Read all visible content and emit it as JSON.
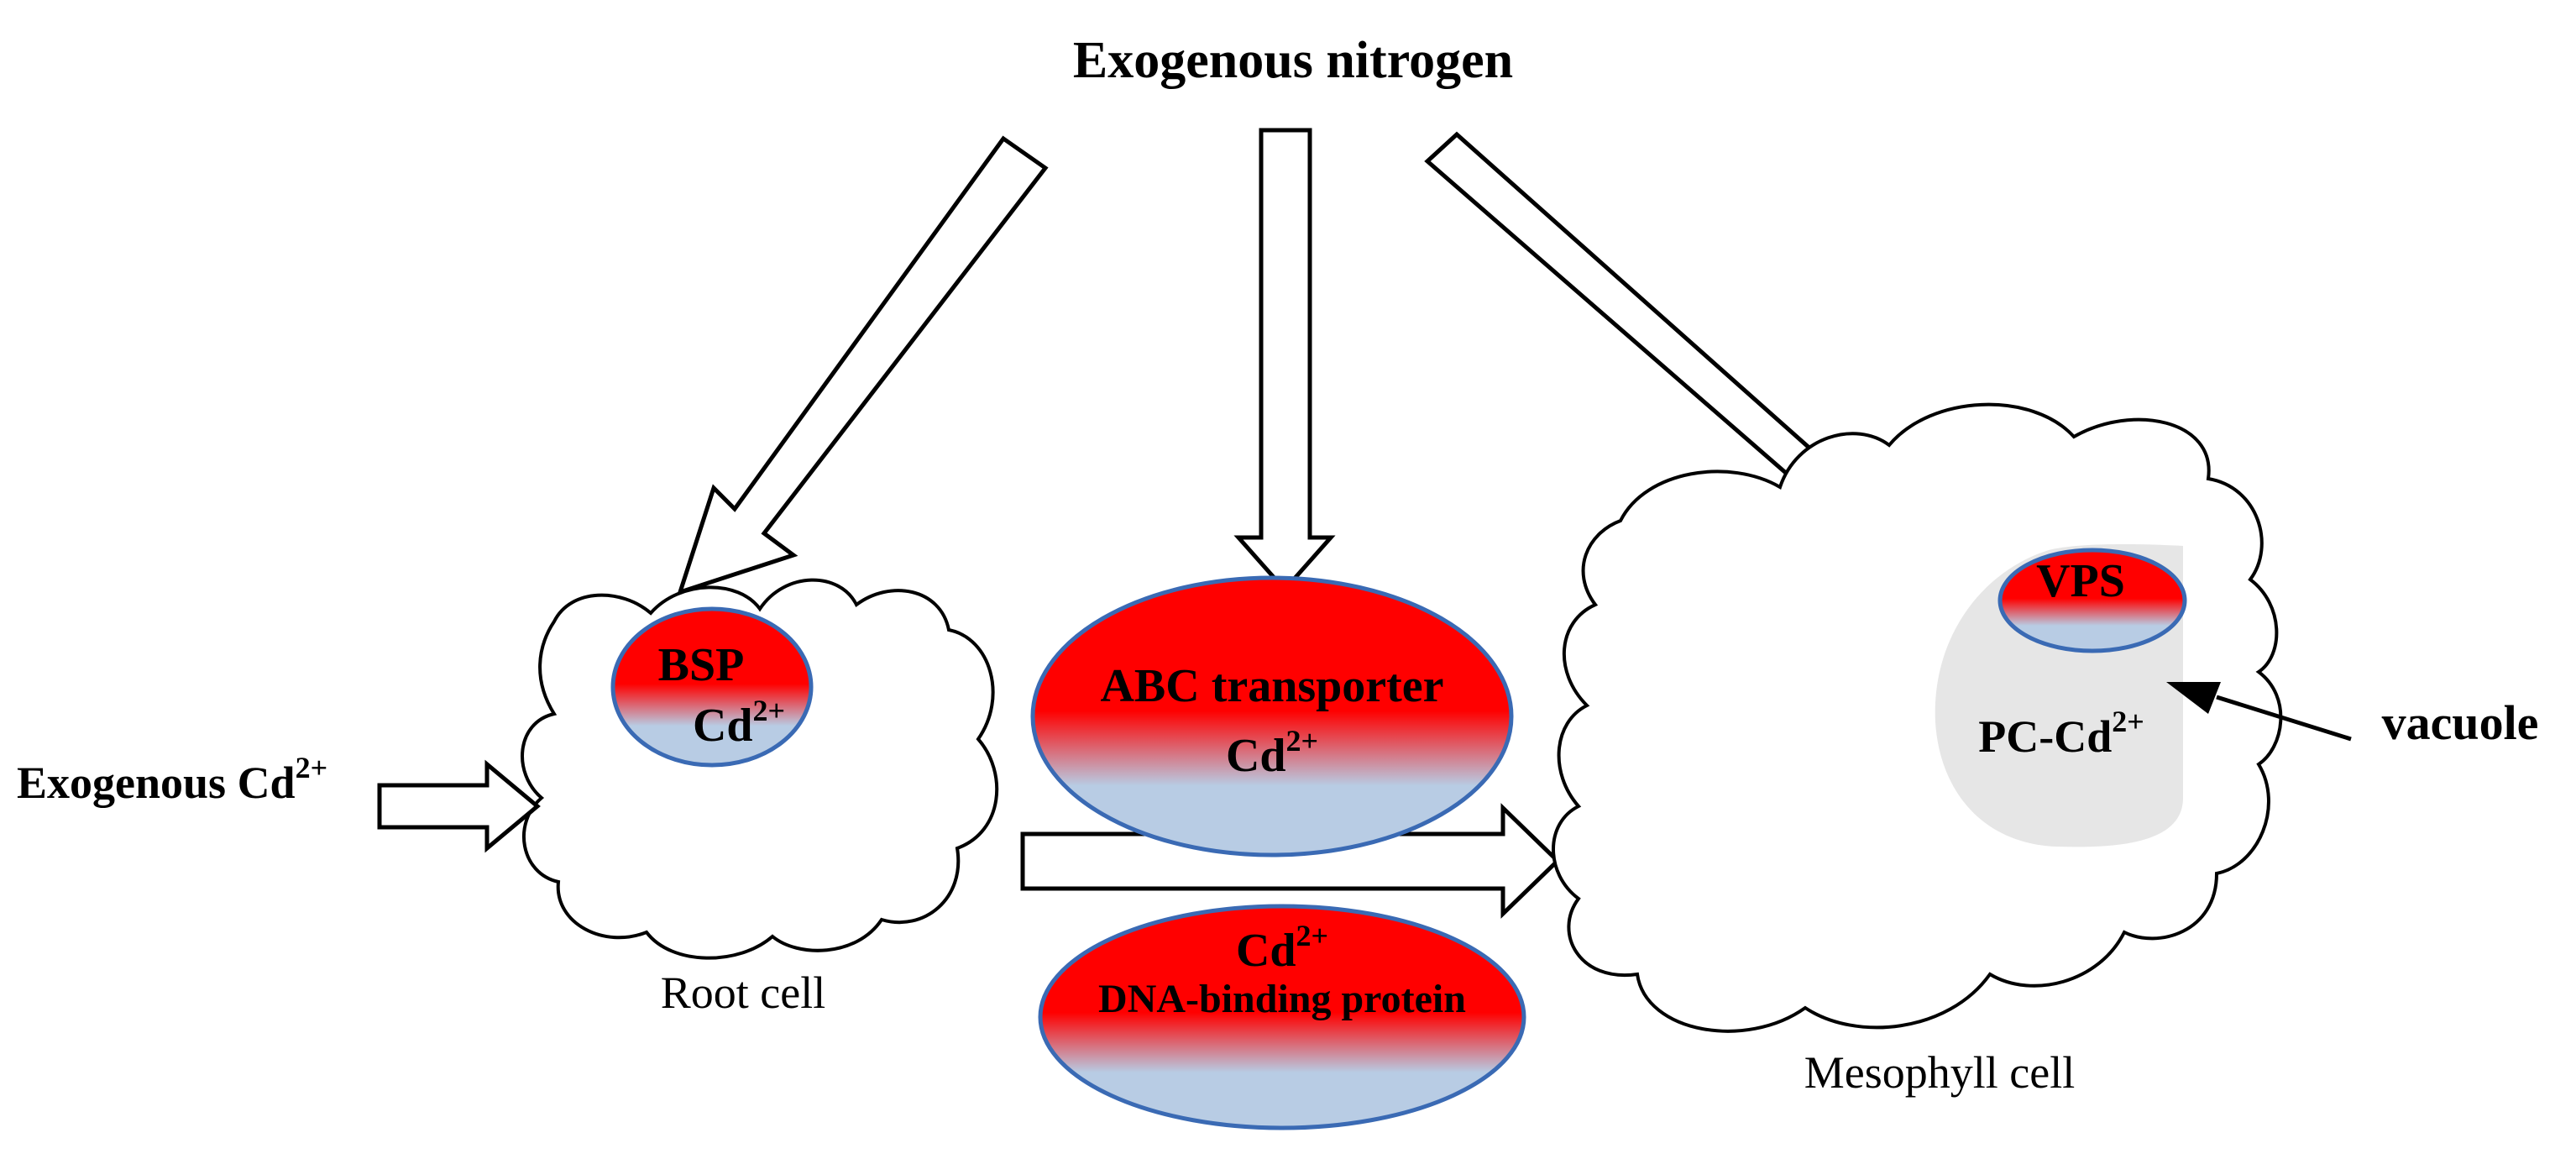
{
  "title": "Exogenous nitrogen",
  "input_label": "Exogenous Cd",
  "input_superscript": "2+",
  "root_cell": {
    "label": "Root cell",
    "protein": "BSP",
    "ion": "Cd",
    "ion_charge": "2+"
  },
  "transport_proteins": [
    {
      "name": "ABC transporter",
      "ion": "Cd",
      "ion_charge": "2+"
    },
    {
      "name": "DNA-binding protein",
      "ion": "Cd",
      "ion_charge": "2+"
    }
  ],
  "mesophyll_cell": {
    "label": "Mesophyll cell",
    "protein": "VPS",
    "complex": "PC-Cd",
    "complex_charge": "2+",
    "organelle_label": "vacuole"
  },
  "colors": {
    "gradient_top": "#ff0000",
    "gradient_bottom": "#b8cce4",
    "ellipse_stroke": "#3a6ab4",
    "vacuole_fill": "#e6e6e6",
    "line": "#000000"
  }
}
